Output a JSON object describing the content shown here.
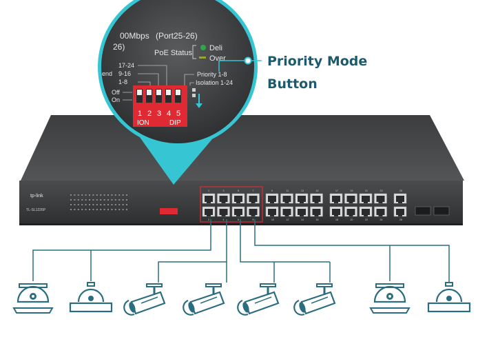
{
  "callout": {
    "line1": "Priority Mode",
    "line2": "Button"
  },
  "zoom_panel": {
    "speed_text": "00Mbps",
    "port_range": "(Port25-26)",
    "port_num_text": "26)",
    "poe_status": "PoE Status",
    "deli_text": "Deli",
    "over_text": "Over",
    "group_labels": [
      "17-24",
      "9-16",
      "1-8"
    ],
    "end_text": "end",
    "off_label": "Off",
    "on_label": "On",
    "priority_label": "Priority 1-8",
    "isolation_label": "Isolation 1-24",
    "dip_numbers": [
      "1",
      "2",
      "3",
      "4",
      "5"
    ],
    "on_text": "ION",
    "dip_text": "DIP"
  },
  "switch": {
    "brand": "tp-link",
    "model": "TL-SL1226P",
    "port_top_numbers": [
      "1",
      "3",
      "5",
      "7",
      "9",
      "11",
      "13",
      "15",
      "17",
      "19",
      "21",
      "23",
      "25"
    ],
    "port_bottom_numbers": [
      "2",
      "4",
      "6",
      "8",
      "10",
      "12",
      "14",
      "16",
      "18",
      "20",
      "22",
      "24",
      "26"
    ]
  },
  "cameras": [
    {
      "type": "dome-camera"
    },
    {
      "type": "dome-camera"
    },
    {
      "type": "bullet-camera"
    },
    {
      "type": "bullet-camera"
    },
    {
      "type": "bullet-camera"
    },
    {
      "type": "bullet-camera"
    },
    {
      "type": "dome-camera"
    },
    {
      "type": "dome-camera"
    }
  ],
  "colors": {
    "teal": "#2b6d80",
    "accent": "#35c5d3",
    "dip_red": "#e02a33",
    "switch_body": "#3a3b3d",
    "switch_face": "#4a4b4d"
  }
}
